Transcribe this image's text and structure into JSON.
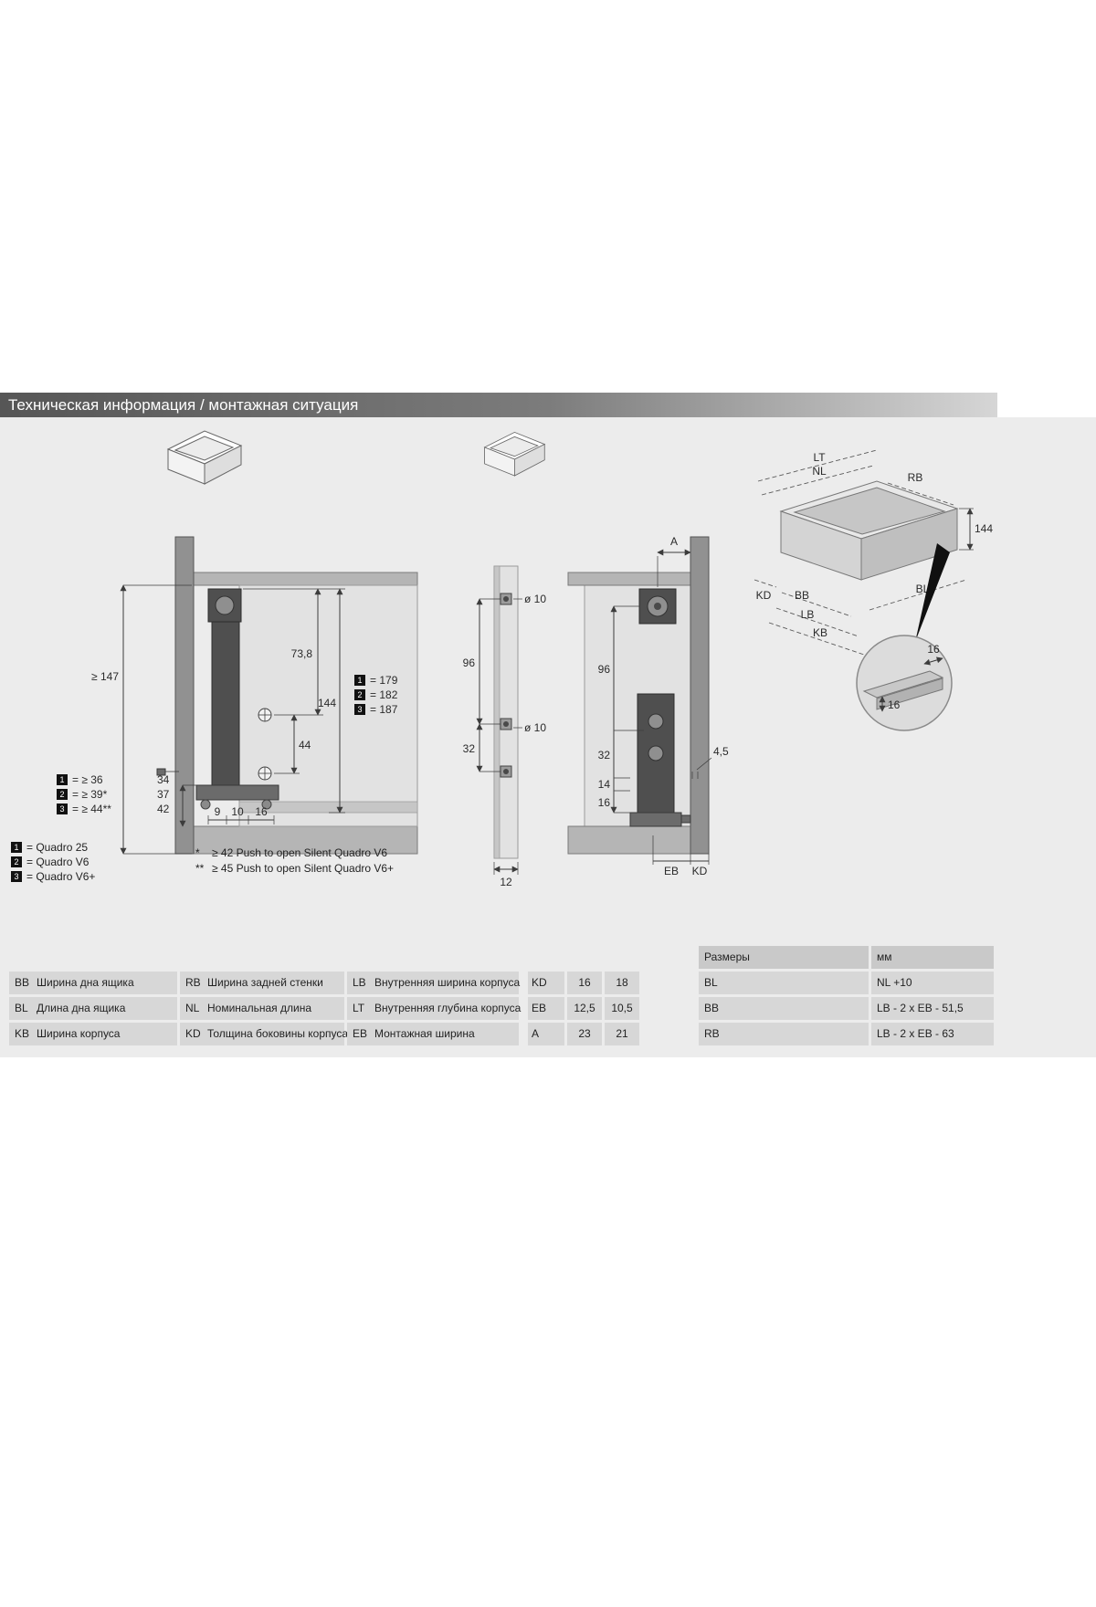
{
  "header": {
    "title": "Техническая информация / монтажная ситуация"
  },
  "left_drawing": {
    "dim_147": "≥ 147",
    "dim_738": "73,8",
    "dim_144": "144",
    "dim_44": "44",
    "dim_9": "9",
    "dim_10": "10",
    "dim_16": "16",
    "min_rows": [
      {
        "key": "1",
        "label": "= ≥ 36",
        "value": "34"
      },
      {
        "key": "2",
        "label": "= ≥ 39*",
        "value": "37"
      },
      {
        "key": "3",
        "label": "= ≥ 44**",
        "value": "42"
      }
    ],
    "height_rows": [
      {
        "key": "1",
        "label": "= 179"
      },
      {
        "key": "2",
        "label": "= 182"
      },
      {
        "key": "3",
        "label": "= 187"
      }
    ]
  },
  "legend": {
    "items": [
      {
        "key": "1",
        "label": "= Quadro 25"
      },
      {
        "key": "2",
        "label": "= Quadro V6"
      },
      {
        "key": "3",
        "label": "= Quadro V6+"
      }
    ],
    "notes": [
      {
        "mark": "*",
        "text": "≥ 42 Push to open Silent Quadro V6"
      },
      {
        "mark": "**",
        "text": "≥ 45 Push to open Silent Quadro V6+"
      }
    ]
  },
  "middle_drawing": {
    "dia_top": "ø 10",
    "dim_96": "96",
    "dia_mid": "ø 10",
    "dim_32": "32",
    "dim_12": "12"
  },
  "right_drawing": {
    "dim_A": "A",
    "dim_96": "96",
    "dim_32": "32",
    "dim_14": "14",
    "dim_16": "16",
    "dim_45": "4,5",
    "dim_EB": "EB",
    "dim_KD": "KD"
  },
  "iso_drawing": {
    "LT": "LT",
    "NL": "NL",
    "RB": "RB",
    "dim_144": "144",
    "KD": "KD",
    "BB": "BB",
    "BL": "BL",
    "LB": "LB",
    "KB": "KB",
    "detail_16_h": "16",
    "detail_16_v": "16"
  },
  "abbrev_table": {
    "rows": [
      [
        {
          "abbr": "BB",
          "desc": "Ширина дна ящика"
        },
        {
          "abbr": "RB",
          "desc": "Ширина задней стенки"
        },
        {
          "abbr": "LB",
          "desc": "Внутренняя ширина корпуса"
        }
      ],
      [
        {
          "abbr": "BL",
          "desc": "Длина дна ящика"
        },
        {
          "abbr": "NL",
          "desc": "Номинальная длина"
        },
        {
          "abbr": "LT",
          "desc": "Внутренняя глубина корпуса"
        }
      ],
      [
        {
          "abbr": "KB",
          "desc": "Ширина корпуса"
        },
        {
          "abbr": "KD",
          "desc": "Толщина боковины корпуса"
        },
        {
          "abbr": "EB",
          "desc": "Монтажная ширина"
        }
      ]
    ]
  },
  "values_table": {
    "rows": [
      {
        "abbr": "KD",
        "v1": "16",
        "v2": "18"
      },
      {
        "abbr": "EB",
        "v1": "12,5",
        "v2": "10,5"
      },
      {
        "abbr": "A",
        "v1": "23",
        "v2": "21"
      }
    ]
  },
  "formula_table": {
    "col1": "Размеры",
    "col2": "мм",
    "rows": [
      {
        "name": "BL",
        "formula": "NL +10"
      },
      {
        "name": "BB",
        "formula": "LB - 2 x EB - 51,5"
      },
      {
        "name": "RB",
        "formula": "LB - 2 x EB - 63"
      }
    ]
  }
}
